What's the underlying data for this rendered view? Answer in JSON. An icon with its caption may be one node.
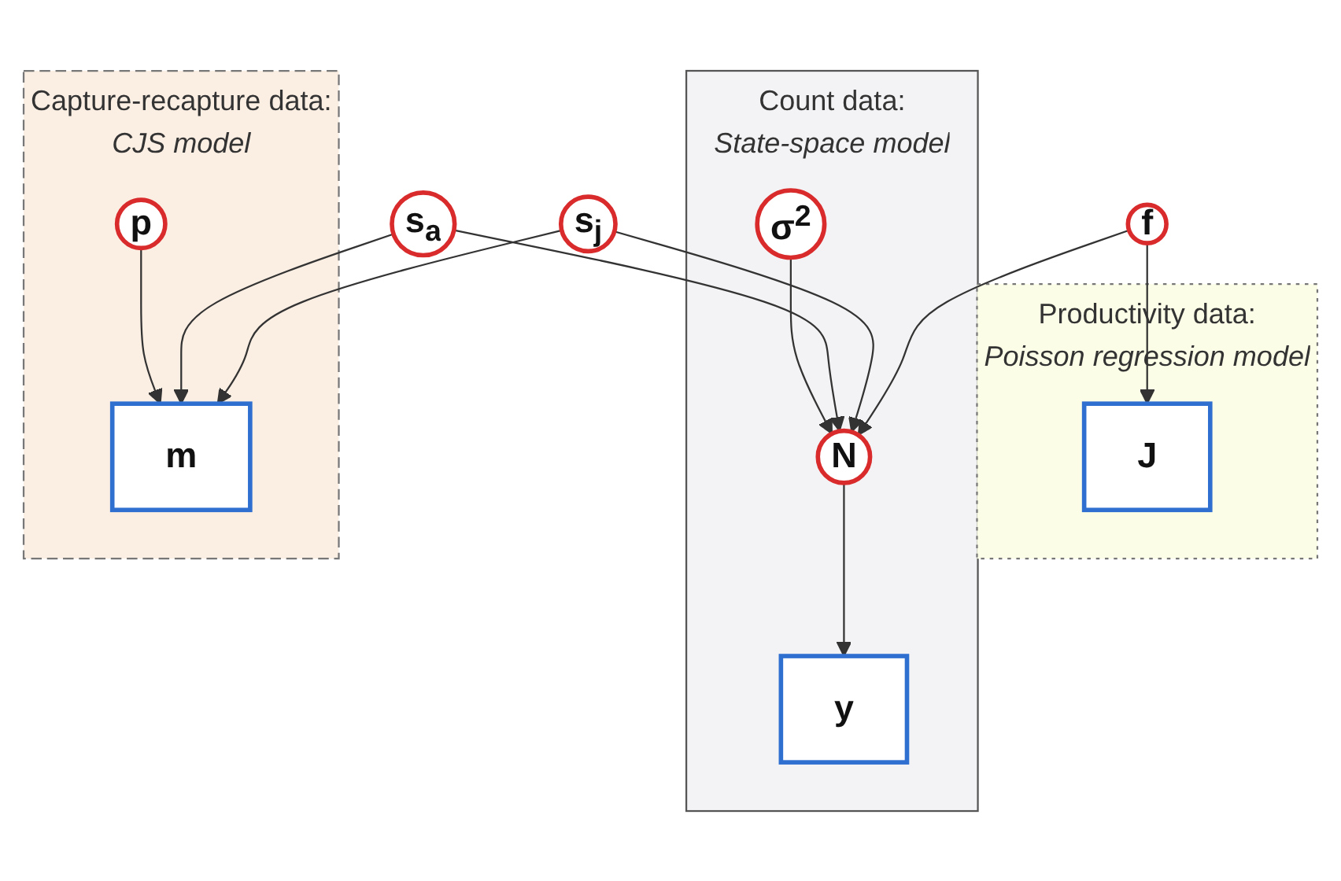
{
  "diagram": {
    "nodes": [
      {
        "text": [
          "Count data:",
          "State-space model"
        ]
      },
      {
        "text": [
          "Productivity data:",
          "Poisson regression model"
        ]
      },
      {
        "text": [
          "Capture-recapture data:",
          "CJS model"
        ]
      },
      {
        "text": [
          "f"
        ]
      },
      {
        "text": [
          "J"
        ],
        "in": 1
      },
      {
        "text": [
          "s$_{j}$"
        ]
      },
      {
        "text": [
          "s$_{a}$"
        ]
      },
      {
        "text": [
          "p"
        ],
        "in": 2
      },
      {
        "text": [
          "m"
        ],
        "in": 2
      },
      {
        "text": [
          "N"
        ],
        "in": 0
      },
      {
        "text": [
          "σ$^{2}$"
        ],
        "in": 0
      },
      {
        "text": [
          "y"
        ],
        "in": 0
      }
    ],
    "edges": [
      {
        "from": 3,
        "to": 4,
        "arrow": "to"
      },
      {
        "from": 3,
        "to": 9,
        "arrow": "to"
      },
      {
        "from": 5,
        "to": 9,
        "arrow": "to"
      },
      {
        "from": 5,
        "to": 8,
        "arrow": "to"
      },
      {
        "from": 6,
        "to": 9,
        "arrow": "to"
      },
      {
        "from": 6,
        "to": 8,
        "arrow": "to"
      },
      {
        "from": 7,
        "to": 8,
        "arrow": "to"
      },
      {
        "from": 10,
        "to": 9,
        "arrow": "to"
      },
      {
        "from": 9,
        "to": 11,
        "arrow": "to"
      }
    ]
  }
}
